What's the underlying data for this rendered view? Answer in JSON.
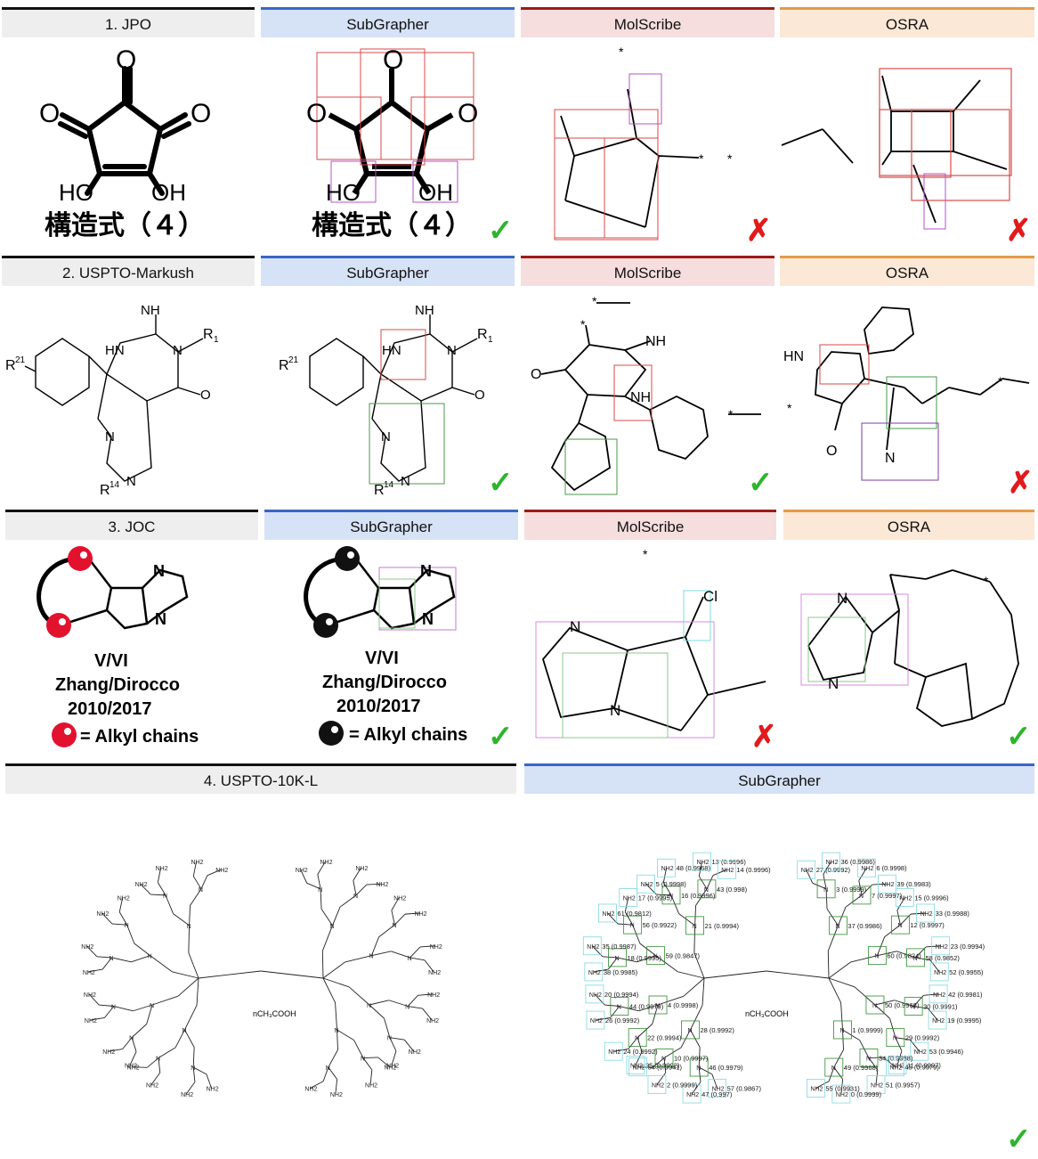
{
  "headers": {
    "r1": [
      "1. JPO",
      "SubGrapher",
      "MolScribe",
      "OSRA"
    ],
    "r2": [
      "2. USPTO-Markush",
      "SubGrapher",
      "MolScribe",
      "OSRA"
    ],
    "r3": [
      "3. JOC",
      "SubGrapher",
      "MolScribe",
      "OSRA"
    ],
    "r4": [
      "4. USPTO-10K-L",
      "SubGrapher"
    ]
  },
  "marks": {
    "check": "✓",
    "cross": "✗"
  },
  "jpo": {
    "caption": "構造式（４）",
    "atom_o": "O",
    "atom_ho": "HO",
    "atom_oh": "OH"
  },
  "markush": {
    "nh": "NH",
    "hn": "HN",
    "n": "N",
    "r1": "R",
    "r1_sub": "1",
    "r21": "R",
    "r21_sup": "21",
    "r14": "R",
    "r14_sup": "14",
    "o": "O",
    "star": "*"
  },
  "joc": {
    "line1": "V/VI",
    "line2": "Zhang/Dirocco",
    "line3": "2010/2017",
    "line4": "= Alkyl chains",
    "n": "N",
    "cl": "Cl",
    "star": "*"
  },
  "uspto10k": {
    "nh2": "NH",
    "nh2_sub": "2",
    "n": "N",
    "salt": "nCH₃COOH",
    "box_labels": [
      "59 (0.9847)",
      "18 (0.9995)",
      "38 (0.9985)",
      "35 (0.9987)",
      "56 (0.9922)",
      "61 (0.9812)",
      "17 (0.9995)",
      "21 (0.9994)",
      "16 (0.9996)",
      "5 (0.9998)",
      "48 (0.9968)",
      "43 (0.998)",
      "13 (0.9996)",
      "14 (0.9996)",
      "4 (0.9998)",
      "22 (0.9994)",
      "25 (0.9992)",
      "24 (0.9992)",
      "44 (0.9979)",
      "26 (0.9992)",
      "20 (0.9994)",
      "28 (0.9992)",
      "46 (0.9979)",
      "57 (0.9867)",
      "47 (0.997)",
      "10 (0.9997)",
      "2 (0.9999)",
      "54 (0.9941)",
      "60 (0.9824)",
      "12 (0.9997)",
      "15 (0.9996)",
      "33 (0.9988)",
      "58 (0.9852)",
      "23 (0.9994)",
      "52 (0.9955)",
      "37 (0.9986)",
      "3 (0.9999)",
      "27 (0.9992)",
      "36 (0.9986)",
      "7 (0.9997)",
      "6 (0.9998)",
      "39 (0.9983)",
      "50 (0.9968)",
      "30 (0.9991)",
      "42 (0.9981)",
      "19 (0.9995)",
      "29 (0.9992)",
      "53 (0.9946)",
      "11 (0.9997)",
      "1 (0.9999)",
      "34 (0.9988)",
      "45 (0.9979)",
      "51 (0.9957)",
      "49 (0.9968)",
      "0 (0.9999)",
      "55 (0.9931)",
      "40 (0.9983)",
      "41 (0.9983)",
      "8 (0.9997)",
      "32 (0.9989)",
      "31 (0.9991)",
      "9 (0.9997)"
    ]
  }
}
